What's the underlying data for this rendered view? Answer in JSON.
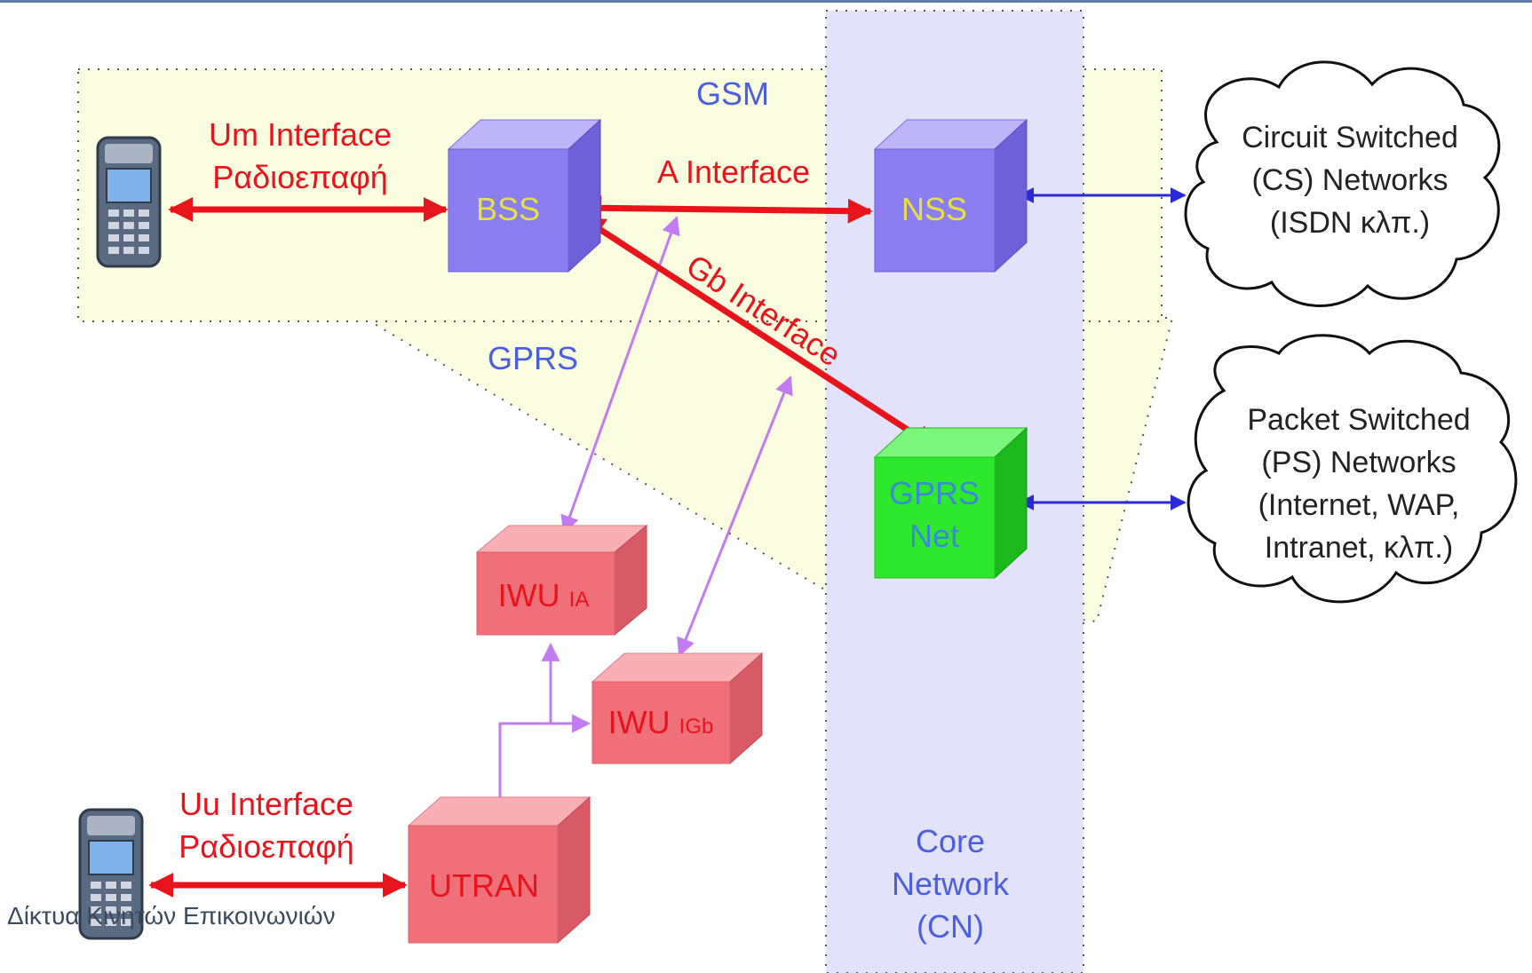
{
  "regions": {
    "gsm": "GSM",
    "gprs": "GPRS",
    "core": [
      "Core",
      "Network",
      "(CN)"
    ]
  },
  "interfaces": {
    "um": [
      "Um Interface",
      "Ραδιοεπαφή"
    ],
    "uu": [
      "Uu Interface",
      "Ραδιοεπαφή"
    ],
    "a": "A Interface",
    "gb": "Gb Interface"
  },
  "nodes": {
    "bss": "BSS",
    "nss": "NSS",
    "gprs_net": [
      "GPRS",
      "Net"
    ],
    "iwu_ia": {
      "main": "IWU",
      "sub": "IA"
    },
    "iwu_igb": {
      "main": "IWU",
      "sub": "IGb"
    },
    "utran": "UTRAN"
  },
  "clouds": {
    "cs": [
      "Circuit Switched",
      "(CS) Networks",
      "(ISDN κλπ.)"
    ],
    "ps": [
      "Packet Switched",
      "(PS) Networks",
      "(Internet, WAP,",
      "Intranet, κλπ.)"
    ]
  },
  "colors": {
    "interface_red": "#e8141c",
    "region_blue": "#4a5ee0",
    "bss_nss_fill": "#8a7ef0",
    "gprs_fill": "#2ee82e",
    "iwu_fill": "#f0707a",
    "core_band": "#e2e2fa",
    "zone_yellow": "#fbfde0"
  },
  "footer": "Δίκτυα Κινητών Επικοινωνιών"
}
